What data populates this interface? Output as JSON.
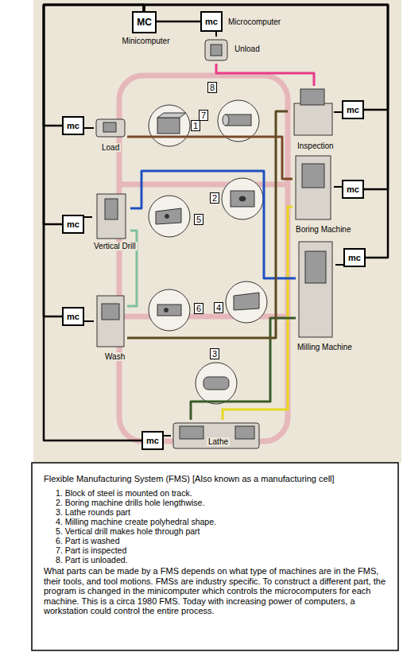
{
  "diagram": {
    "title": "Flexible Manufacturing System (FMS) [Also known as a manufacturing cell]",
    "caption": "What parts can be made by a FMS depends on what type of machines are in the FMS, their tools, and tool motions. FMSs are industry specific. To construct a different part, the program is changed in the minicomputer which controls the microcomputers for each machine. This is a circa 1980 FMS. Today with increasing power of computers, a workstation could control the entire process.",
    "nodes": [
      {
        "text": [
          "MC",
          "Minicomputer"
        ]
      },
      {
        "text": [
          "mc",
          "Microcomputer"
        ]
      },
      {
        "text": [
          "Unload"
        ]
      },
      {
        "text": [
          "mc"
        ]
      },
      {
        "text": [
          "Load"
        ]
      },
      {
        "text": [
          "mc"
        ]
      },
      {
        "text": [
          "Inspection"
        ]
      },
      {
        "text": [
          "mc"
        ]
      },
      {
        "text": [
          "Boring Machine"
        ]
      },
      {
        "text": [
          "mc"
        ]
      },
      {
        "text": [
          "Vertical Drill"
        ]
      },
      {
        "text": [
          "mc"
        ]
      },
      {
        "text": [
          "Milling Machine"
        ]
      },
      {
        "text": [
          "mc"
        ]
      },
      {
        "text": [
          "Wash"
        ]
      },
      {
        "text": [
          "mc"
        ]
      },
      {
        "text": [
          "Lathe"
        ]
      }
    ],
    "edges": [
      {
        "from": 0,
        "to": 1,
        "arrow": "none"
      },
      {
        "from": 0,
        "to": 3,
        "arrow": "none"
      },
      {
        "from": 0,
        "to": 5,
        "arrow": "none"
      },
      {
        "from": 0,
        "to": 7,
        "arrow": "none"
      },
      {
        "from": 0,
        "to": 9,
        "arrow": "none"
      },
      {
        "from": 0,
        "to": 11,
        "arrow": "none"
      },
      {
        "from": 0,
        "to": 13,
        "arrow": "none"
      },
      {
        "from": 0,
        "to": 15,
        "arrow": "none"
      },
      {
        "from": 1,
        "to": 2,
        "arrow": "none"
      },
      {
        "from": 3,
        "to": 4,
        "arrow": "none"
      },
      {
        "from": 5,
        "to": 6,
        "arrow": "none"
      },
      {
        "from": 7,
        "to": 8,
        "arrow": "none"
      },
      {
        "from": 9,
        "to": 10,
        "arrow": "none"
      },
      {
        "from": 11,
        "to": 12,
        "arrow": "none"
      },
      {
        "from": 13,
        "to": 14,
        "arrow": "none"
      },
      {
        "from": 15,
        "to": 16,
        "arrow": "none"
      },
      {
        "from": 4,
        "to": 8,
        "arrow": "none"
      },
      {
        "from": 8,
        "to": 16,
        "arrow": "none"
      },
      {
        "from": 16,
        "to": 12,
        "arrow": "none"
      },
      {
        "from": 12,
        "to": 10,
        "arrow": "none"
      },
      {
        "from": 10,
        "to": 14,
        "arrow": "none"
      },
      {
        "from": 14,
        "to": 6,
        "arrow": "none"
      },
      {
        "from": 6,
        "to": 2,
        "arrow": "none"
      }
    ],
    "labels": [
      "1",
      "2",
      "3",
      "4",
      "5",
      "6",
      "7",
      "8",
      "1. Block of steel is mounted on track.",
      "2. Boring machine drills hole lengthwise.",
      "3. Lathe rounds part",
      "4. Milling machine create polyhedral shape.",
      "5. Vertical drill makes hole through part",
      "6. Part is washed",
      "7. Part is inspected",
      "8. Part is unloaded."
    ]
  }
}
